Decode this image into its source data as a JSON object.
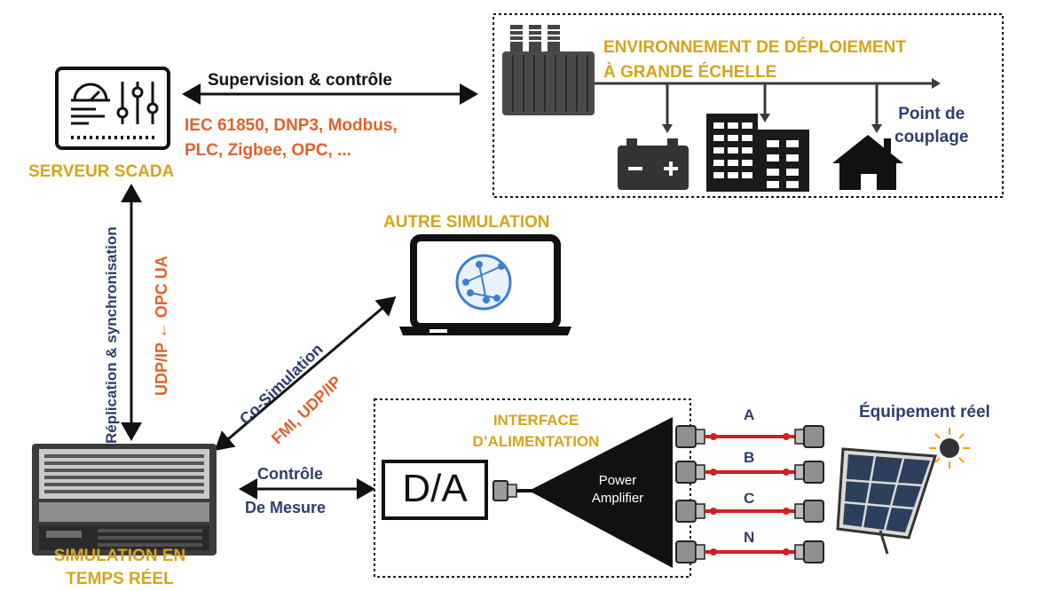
{
  "scada": {
    "label": "SERVEUR SCADA",
    "link_label": "Supervision & contrôle",
    "protocols": "IEC 61850, DNP3, Modbus,\nPLC, Zigbee, OPC, ..."
  },
  "deployment": {
    "title": "ENVIRONNEMENT DE DÉPLOIEMENT\nÀ GRANDE ÉCHELLE",
    "coupling_point": "Point de\ncouplage"
  },
  "sync_link": {
    "label": "Réplication & synchronisation",
    "protocols": "UDP/IP ← OPC UA"
  },
  "other_sim": {
    "label": "AUTRE SIMULATION"
  },
  "cosim_link": {
    "label": "Co-Simulation",
    "protocols": "FMI, UDP/IP"
  },
  "rts": {
    "label": "SIMULATION EN\nTEMPS RÉEL"
  },
  "control_link": {
    "line1": "Contrôle",
    "line2": "De Mesure"
  },
  "power_interface": {
    "label": "INTERFACE\nD’ALIMENTATION",
    "da": "D/A",
    "amplifier": "Power\nAmplifier",
    "phases": [
      "A",
      "B",
      "C",
      "N"
    ]
  },
  "equipment": {
    "label": "Équipement réel"
  },
  "colors": {
    "gold": "#d6a419",
    "orange": "#e0622b",
    "navy": "#2e3e6e",
    "cable": "#d21f1f"
  }
}
